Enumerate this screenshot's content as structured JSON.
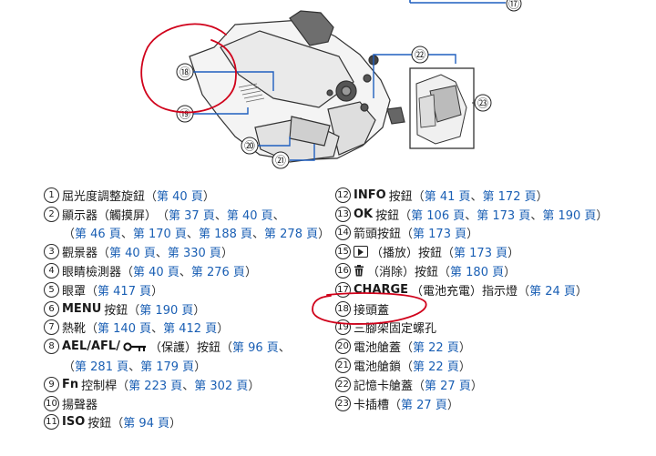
{
  "diagram": {
    "callouts": [
      "⑰",
      "⑱",
      "⑲",
      "⑳",
      "㉑",
      "㉒",
      "㉓"
    ]
  },
  "legend": {
    "left": [
      {
        "num": "1",
        "name": "屈光度調整旋鈕",
        "refs": [
          "第 40 頁"
        ]
      },
      {
        "num": "2",
        "name": "顯示器（觸摸屏）",
        "refs": [
          "第 37 頁",
          "第 40 頁"
        ]
      },
      {
        "cont": true,
        "refs": [
          "第 46 頁",
          "第 170 頁",
          "第 188 頁",
          "第 278 頁"
        ]
      },
      {
        "num": "3",
        "name": "觀景器",
        "refs": [
          "第 40 頁",
          "第 330 頁"
        ]
      },
      {
        "num": "4",
        "name": "眼睛檢測器",
        "refs": [
          "第 40 頁",
          "第 276 頁"
        ]
      },
      {
        "num": "5",
        "name": "眼罩",
        "refs": [
          "第 417 頁"
        ]
      },
      {
        "num": "6",
        "bold": "MENU",
        "name": "按鈕",
        "refs": [
          "第 190 頁"
        ]
      },
      {
        "num": "7",
        "name": "熱靴",
        "refs": [
          "第 140 頁",
          "第 412 頁"
        ]
      },
      {
        "num": "8",
        "bold": "AEL/AFL/",
        "glyph": "key",
        "name": "（保護）按鈕",
        "refs": [
          "第 96 頁"
        ]
      },
      {
        "cont": true,
        "refs": [
          "第 281 頁",
          "第 179 頁"
        ]
      },
      {
        "num": "9",
        "bold": "Fn",
        "name": "控制桿",
        "refs": [
          "第 223 頁",
          "第 302 頁"
        ]
      },
      {
        "num": "10",
        "name": "揚聲器",
        "refs": []
      },
      {
        "num": "11",
        "bold": "ISO",
        "name": "按鈕",
        "refs": [
          "第 94 頁"
        ]
      }
    ],
    "right": [
      {
        "num": "12",
        "bold": "INFO",
        "name": "按鈕",
        "refs": [
          "第 41 頁",
          "第 172 頁"
        ]
      },
      {
        "num": "13",
        "bold": "OK",
        "name": "按鈕",
        "refs": [
          "第 106 頁",
          "第 173 頁",
          "第 190 頁"
        ]
      },
      {
        "num": "14",
        "name": "箭頭按鈕",
        "refs": [
          "第 173 頁"
        ]
      },
      {
        "num": "15",
        "glyph": "play",
        "name": "（播放）按鈕",
        "refs": [
          "第 173 頁"
        ]
      },
      {
        "num": "16",
        "glyph": "trash",
        "name": "（消除）按鈕",
        "refs": [
          "第 180 頁"
        ]
      },
      {
        "num": "17",
        "bold": "CHARGE",
        "name": "（電池充電）指示燈",
        "refs": [
          "第 24 頁"
        ]
      },
      {
        "num": "18",
        "name": "接頭蓋",
        "refs": []
      },
      {
        "num": "19",
        "name": "三腳架固定螺孔",
        "refs": []
      },
      {
        "num": "20",
        "name": "電池艙蓋",
        "refs": [
          "第 22 頁"
        ]
      },
      {
        "num": "21",
        "name": "電池艙鎖",
        "refs": [
          "第 22 頁"
        ]
      },
      {
        "num": "22",
        "name": "記憶卡艙蓋",
        "refs": [
          "第 27 頁"
        ]
      },
      {
        "num": "23",
        "name": "卡插槽",
        "refs": [
          "第 27 頁"
        ]
      }
    ]
  },
  "symbols": {
    "paren_open": "（",
    "paren_close": "）",
    "sep": "、"
  },
  "colors": {
    "link": "#1a5fb4",
    "annotation": "#d0021b",
    "text": "#1a1a1a"
  }
}
